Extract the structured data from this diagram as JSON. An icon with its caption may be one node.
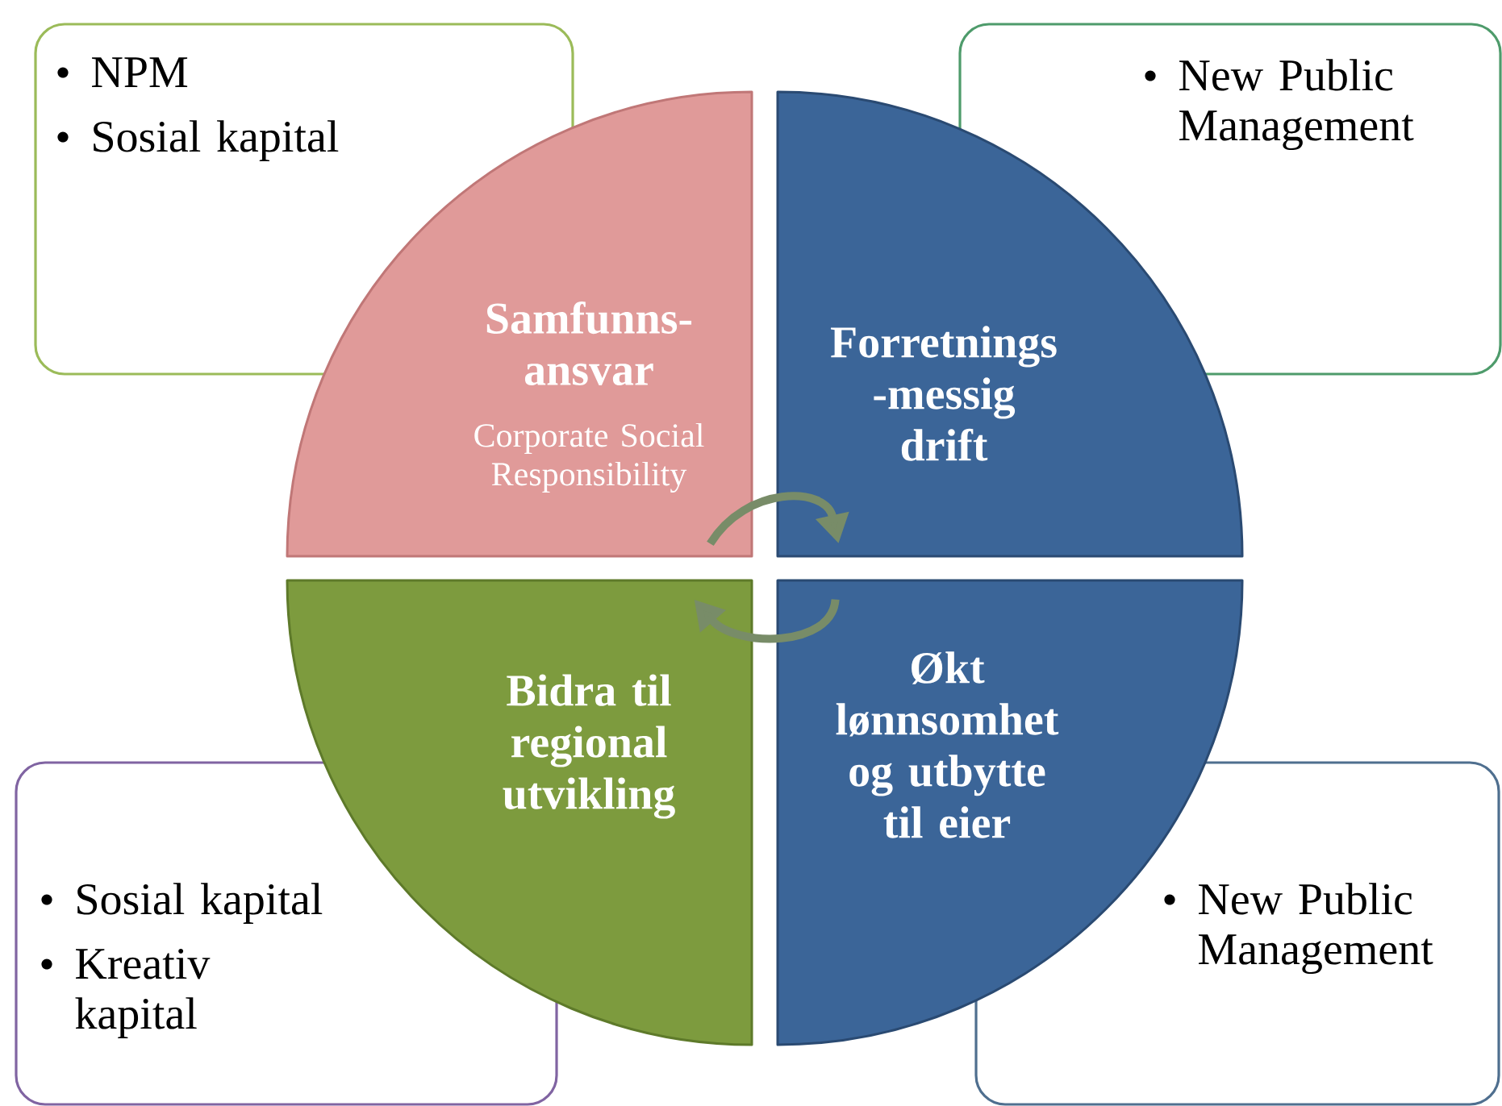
{
  "diagram": {
    "nodes": [
      {
        "text": [
          "NPM",
          "Sosial kapital"
        ]
      },
      {
        "text": [
          "New Public Management"
        ]
      },
      {
        "text": [
          "Samfunns- ansvar",
          "Corporate Social Responsibility"
        ]
      },
      {
        "text": [
          "Forretnings -messig drift"
        ]
      },
      {
        "text": [
          "Bidra til regional utvikling"
        ]
      },
      {
        "text": [
          "Økt lønnsomhet og utbytte til eier"
        ]
      },
      {
        "text": [
          "Sosial kapital",
          "Kreativ kapital"
        ]
      },
      {
        "text": [
          "New Public Management"
        ]
      }
    ],
    "edges": [
      {
        "from": 2,
        "to": 3,
        "arrow": "to"
      },
      {
        "from": 5,
        "to": 4,
        "arrow": "to"
      }
    ]
  }
}
